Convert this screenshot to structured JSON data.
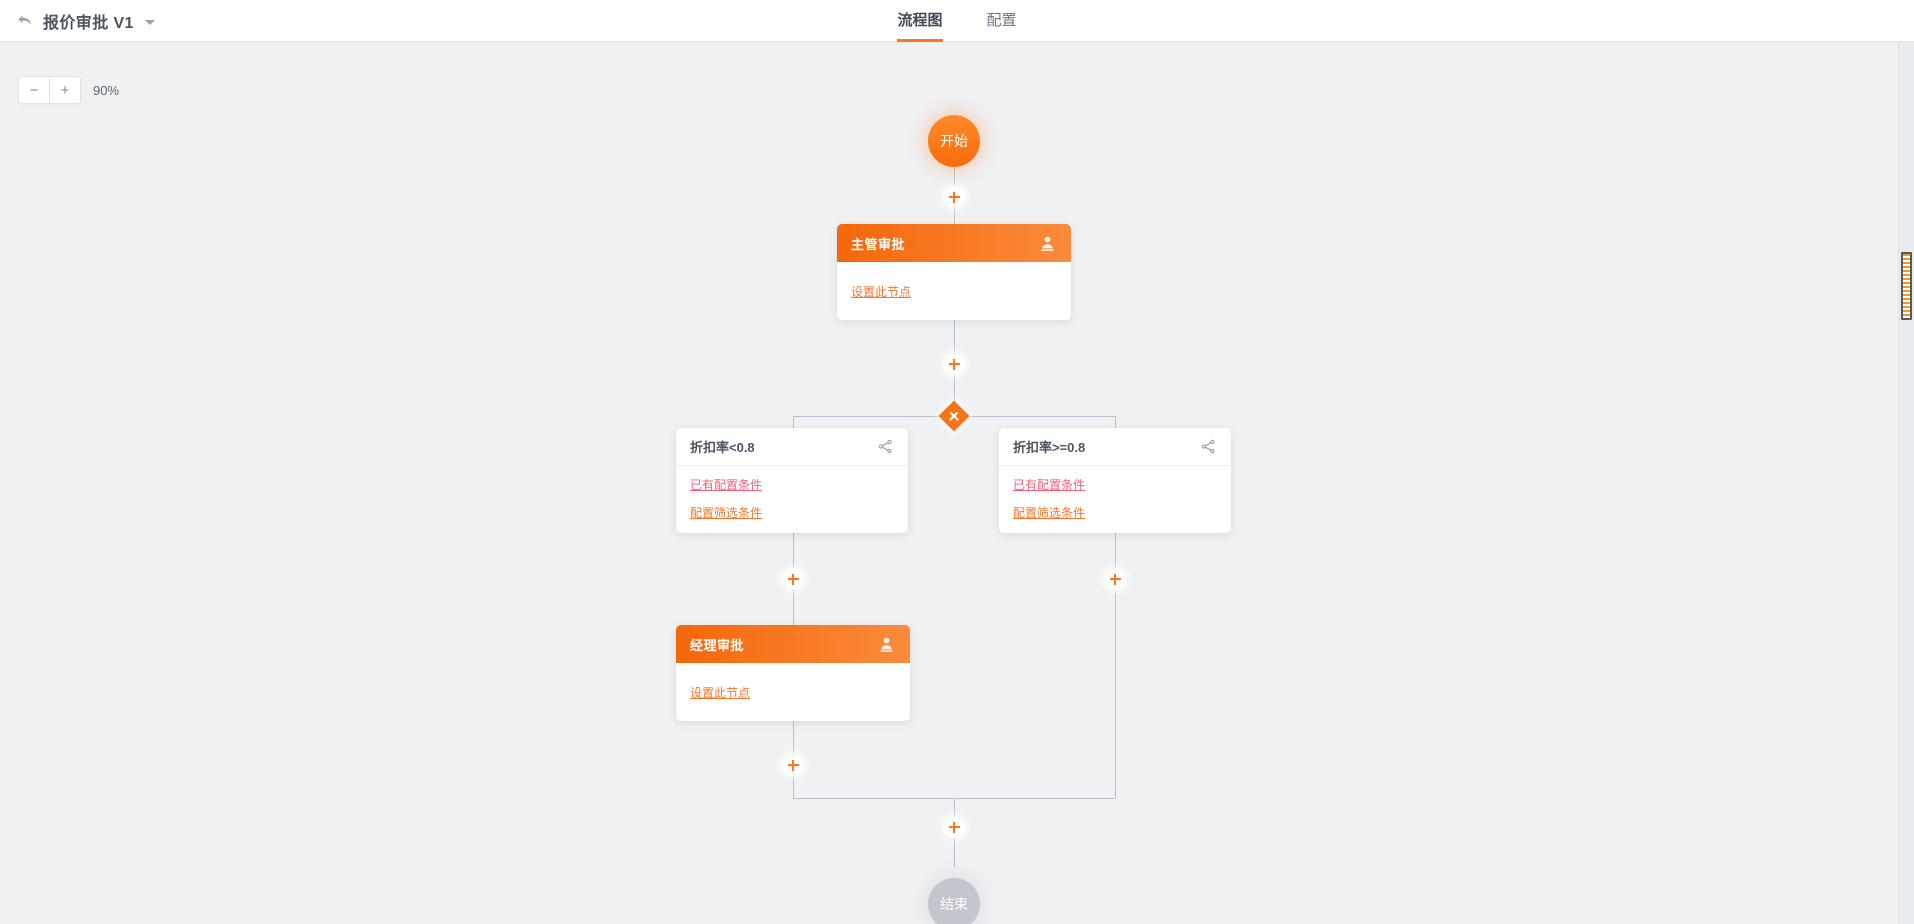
{
  "header": {
    "back_icon": "back-arrow-icon",
    "title": "报价审批 V1",
    "caret_icon": "chevron-down-icon",
    "tabs": [
      {
        "label": "流程图",
        "active": true
      },
      {
        "label": "配置",
        "active": false
      }
    ]
  },
  "toolbar": {
    "zoom_out_label": "−",
    "zoom_in_label": "+",
    "zoom_level": "90%"
  },
  "flow": {
    "start_node": {
      "label": "开始",
      "type": "start"
    },
    "end_node": {
      "label": "结束",
      "type": "end"
    },
    "approval_nodes": [
      {
        "title": "主管审批",
        "icon": "person-icon",
        "action_label": "设置此节点"
      },
      {
        "title": "经理审批",
        "icon": "person-icon",
        "action_label": "设置此节点"
      }
    ],
    "condition_nodes": [
      {
        "title": "折扣率<0.8",
        "icon": "share-icon",
        "status_label": "已有配置条件",
        "action_label": "配置筛选条件"
      },
      {
        "title": "折扣率>=0.8",
        "icon": "share-icon",
        "status_label": "已有配置条件",
        "action_label": "配置筛选条件"
      }
    ],
    "add_buttons": [
      {
        "name": "add-node-after-start"
      },
      {
        "name": "add-node-after-supervisor"
      },
      {
        "name": "add-node-branch-left"
      },
      {
        "name": "add-node-branch-right"
      },
      {
        "name": "add-node-after-manager"
      },
      {
        "name": "add-node-before-end"
      }
    ],
    "branch_split": {
      "name": "add-branch-diamond",
      "icon": "plus-icon"
    }
  },
  "colors": {
    "accent": "#ff7518",
    "accent_dark": "#f4670a",
    "danger": "#f4607a",
    "canvas_bg": "#eff1f3",
    "line": "#b9bfcc",
    "end_gray": "#c3c6cf"
  },
  "scrollbar": {
    "name": "vertical-scrollbar"
  }
}
